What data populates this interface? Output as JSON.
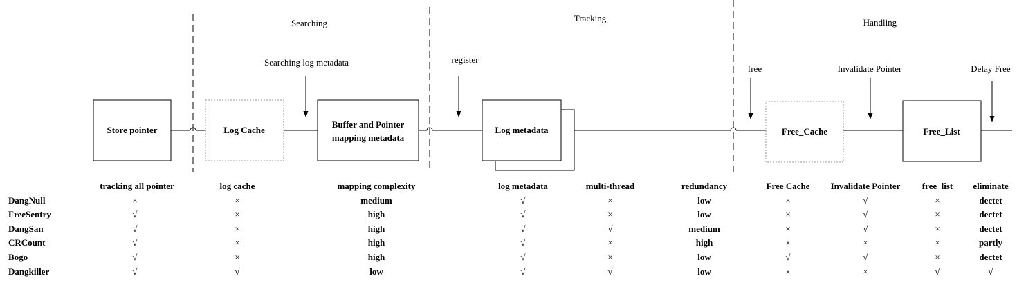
{
  "phases": {
    "searching": "Searching",
    "tracking": "Tracking",
    "handling": "Handling"
  },
  "boxes": {
    "store_pointer": "Store pointer",
    "log_cache": "Log Cache",
    "buffer_line1": "Buffer and Pointer",
    "buffer_line2": "mapping metadata",
    "log_metadata": "Log metadata",
    "free_cache": "Free_Cache",
    "free_list": "Free_List"
  },
  "arrows": {
    "searching_log_metadata": "Searching log metadata",
    "register": "register",
    "free": "free",
    "invalidate_pointer": "Invalidate  Pointer",
    "delay_free": "Delay Free"
  },
  "table": {
    "columns": [
      "tracking all pointer",
      "log cache",
      "mapping complexity",
      "log metadata",
      "multi-thread",
      "redundancy",
      "Free Cache",
      "Invalidate Pointer",
      "free_list",
      "eliminate"
    ],
    "rows": [
      {
        "name": "DangNull",
        "cells": [
          "×",
          "×",
          "medium",
          "√",
          "×",
          "low",
          "×",
          "√",
          "×",
          "dectet"
        ]
      },
      {
        "name": "FreeSentry",
        "cells": [
          "√",
          "×",
          "high",
          "√",
          "×",
          "low",
          "×",
          "√",
          "×",
          "dectet"
        ]
      },
      {
        "name": "DangSan",
        "cells": [
          "√",
          "×",
          "high",
          "√",
          "√",
          "medium",
          "×",
          "√",
          "×",
          "dectet"
        ]
      },
      {
        "name": "CRCount",
        "cells": [
          "√",
          "×",
          "high",
          "√",
          "×",
          "high",
          "×",
          "×",
          "×",
          "partly"
        ]
      },
      {
        "name": "Bogo",
        "cells": [
          "√",
          "×",
          "high",
          "√",
          "×",
          "low",
          "√",
          "√",
          "×",
          "dectet"
        ]
      },
      {
        "name": "Dangkiller",
        "cells": [
          "√",
          "√",
          "low",
          "√",
          "√",
          "low",
          "×",
          "×",
          "√",
          "√"
        ]
      }
    ]
  }
}
